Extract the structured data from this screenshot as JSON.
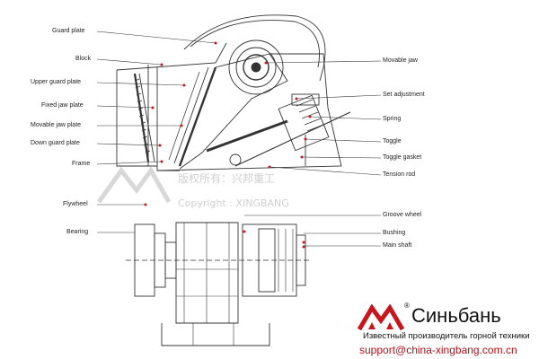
{
  "labels_left": {
    "guard_plate": "Guard plate",
    "block": "Block",
    "upper_guard_plate": "Upper guard plate",
    "fixed_jaw_plate": "Fixed jaw plate",
    "movable_jaw_plate": "Movable jaw plate",
    "down_guard_plate": "Down guard plate",
    "frame": "Frame",
    "flywheel": "Flywheel",
    "bearing": "Bearing"
  },
  "labels_right": {
    "movable_jaw": "Movable jaw",
    "set_adjustment": "Set adjustment",
    "spring": "Spring",
    "toggle": "Toggle",
    "toggle_gasket": "Toggle gasket",
    "tension_rod": "Tension rod",
    "groove_wheel": "Groove wheel",
    "bushing": "Bushing",
    "main_shaft": "Main shaft"
  },
  "watermark": {
    "cn": "版权所有：兴邦重工",
    "en": "Copyright : XINGBANG"
  },
  "brand": {
    "name": "Синьбань",
    "reg": "®",
    "tagline": "Известный производитель горной техники",
    "email": "support@china-xingbang.com.cn",
    "accent": "#c8161d"
  }
}
